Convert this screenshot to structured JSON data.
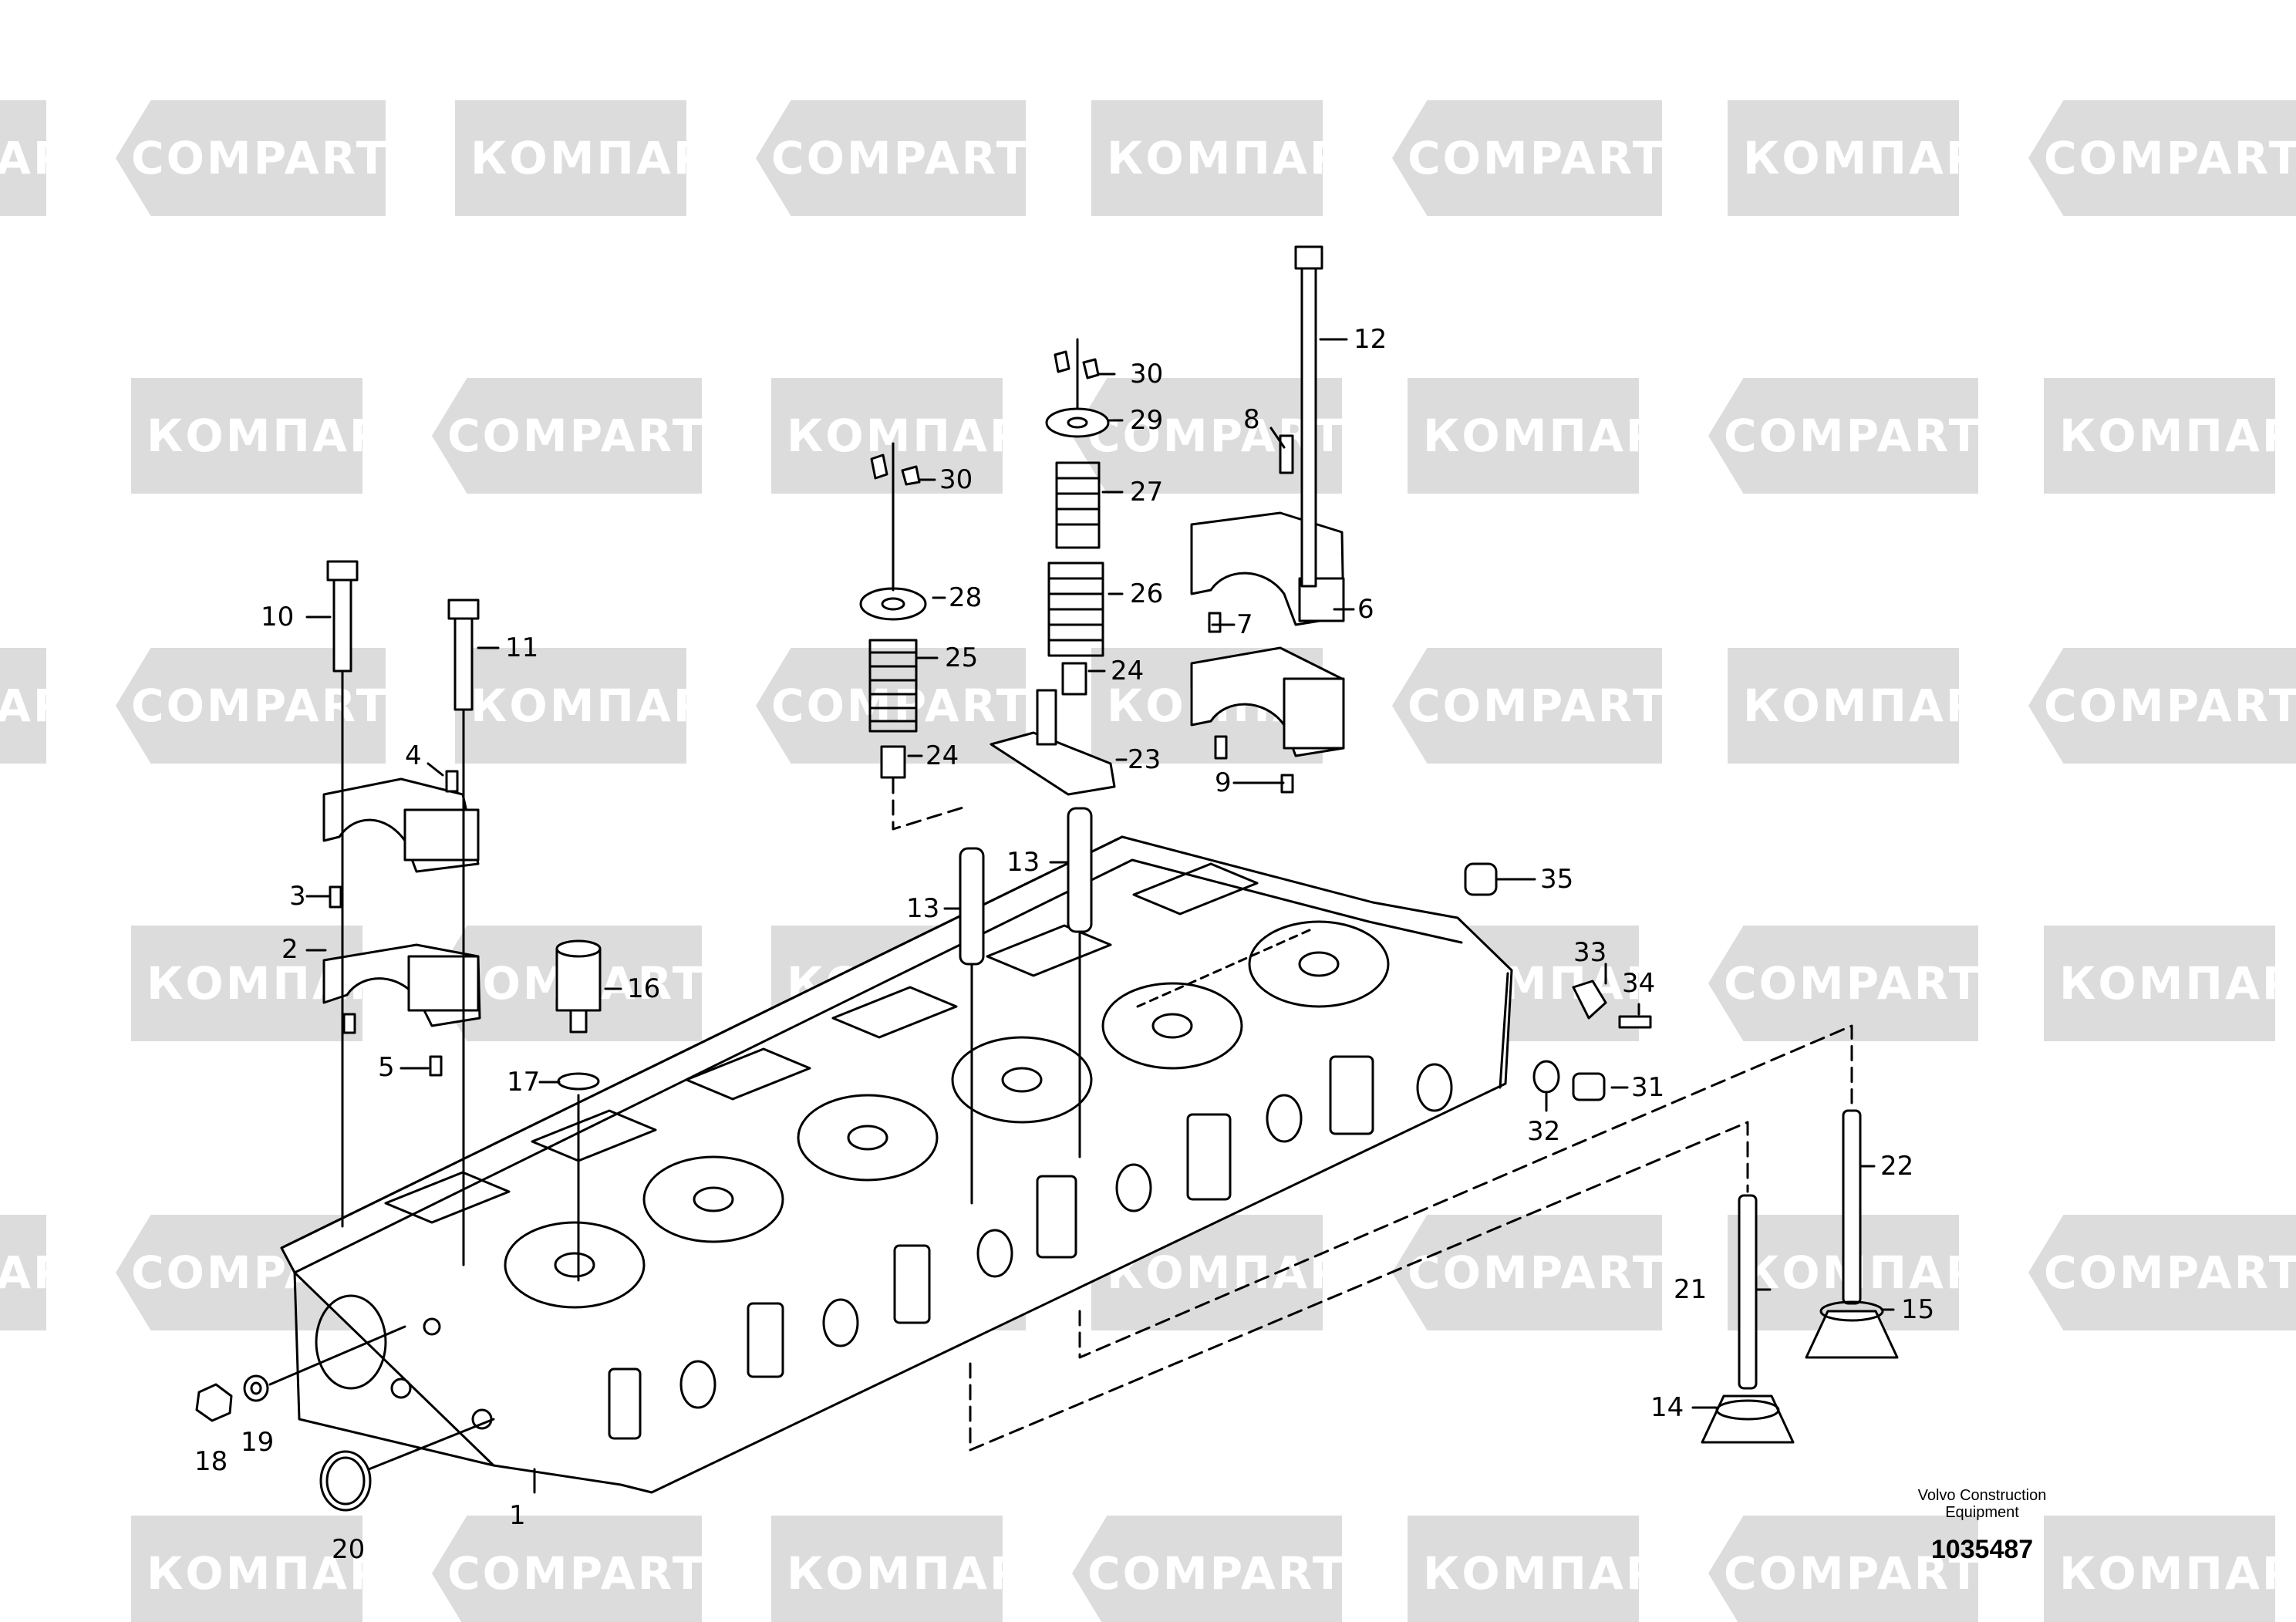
{
  "watermark": {
    "texts": [
      "КОМПАРТ",
      "COMPART"
    ],
    "color": "#dcdcdc"
  },
  "callouts": [
    {
      "id": "1",
      "label": "1"
    },
    {
      "id": "2",
      "label": "2"
    },
    {
      "id": "3",
      "label": "3"
    },
    {
      "id": "4",
      "label": "4"
    },
    {
      "id": "5",
      "label": "5"
    },
    {
      "id": "6",
      "label": "6"
    },
    {
      "id": "7",
      "label": "7"
    },
    {
      "id": "8",
      "label": "8"
    },
    {
      "id": "9",
      "label": "9"
    },
    {
      "id": "10",
      "label": "10"
    },
    {
      "id": "11",
      "label": "11"
    },
    {
      "id": "12",
      "label": "12"
    },
    {
      "id": "13a",
      "label": "13"
    },
    {
      "id": "13b",
      "label": "13"
    },
    {
      "id": "14",
      "label": "14"
    },
    {
      "id": "15",
      "label": "15"
    },
    {
      "id": "16",
      "label": "16"
    },
    {
      "id": "17",
      "label": "17"
    },
    {
      "id": "18",
      "label": "18"
    },
    {
      "id": "19",
      "label": "19"
    },
    {
      "id": "20",
      "label": "20"
    },
    {
      "id": "21",
      "label": "21"
    },
    {
      "id": "22",
      "label": "22"
    },
    {
      "id": "23",
      "label": "23"
    },
    {
      "id": "24a",
      "label": "24"
    },
    {
      "id": "24b",
      "label": "24"
    },
    {
      "id": "25",
      "label": "25"
    },
    {
      "id": "26",
      "label": "26"
    },
    {
      "id": "27",
      "label": "27"
    },
    {
      "id": "28",
      "label": "28"
    },
    {
      "id": "29",
      "label": "29"
    },
    {
      "id": "30a",
      "label": "30"
    },
    {
      "id": "30b",
      "label": "30"
    },
    {
      "id": "31",
      "label": "31"
    },
    {
      "id": "32",
      "label": "32"
    },
    {
      "id": "33",
      "label": "33"
    },
    {
      "id": "34",
      "label": "34"
    },
    {
      "id": "35",
      "label": "35"
    }
  ],
  "footer": {
    "company_line1": "Volvo Construction",
    "company_line2": "Equipment",
    "drawing_number": "1035487"
  }
}
